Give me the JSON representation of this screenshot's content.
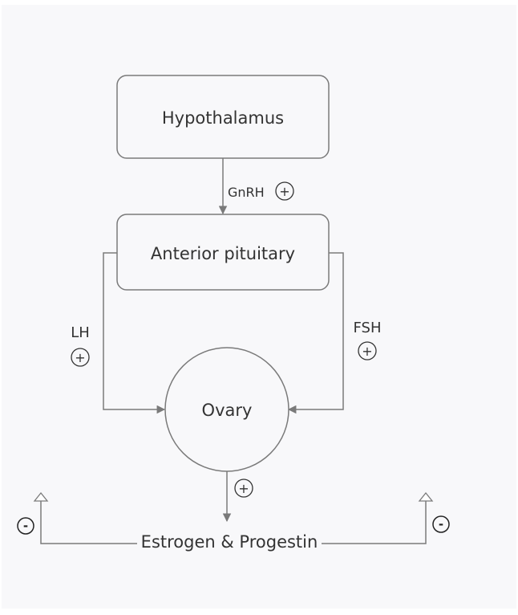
{
  "diagram": {
    "background_color": "#f8f8fa",
    "line_color": "#7a7a7a",
    "box_fill": "#f8f8fa",
    "text_color": "#333333",
    "nodes": {
      "hypothalamus": "Hypothalamus",
      "anterior_pituitary": "Anterior pituitary",
      "ovary": "Ovary",
      "hormones": "Estrogen & Progestin"
    },
    "edges": {
      "gnrh_label": "GnRH",
      "lh_label": "LH",
      "fsh_label": "FSH"
    },
    "signs": {
      "plus": "+",
      "minus": "-"
    }
  }
}
